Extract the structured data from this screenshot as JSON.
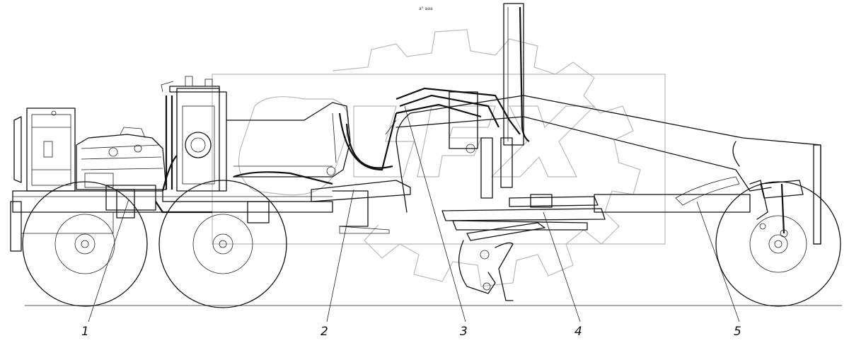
{
  "drawing": {
    "top_note": "a° aaa",
    "callouts": [
      {
        "id": "1",
        "label": "1"
      },
      {
        "id": "2",
        "label": "2"
      },
      {
        "id": "3",
        "label": "3"
      },
      {
        "id": "4",
        "label": "4"
      },
      {
        "id": "5",
        "label": "5"
      }
    ],
    "watermark_icon": "gear-logo-watermark-icon"
  }
}
